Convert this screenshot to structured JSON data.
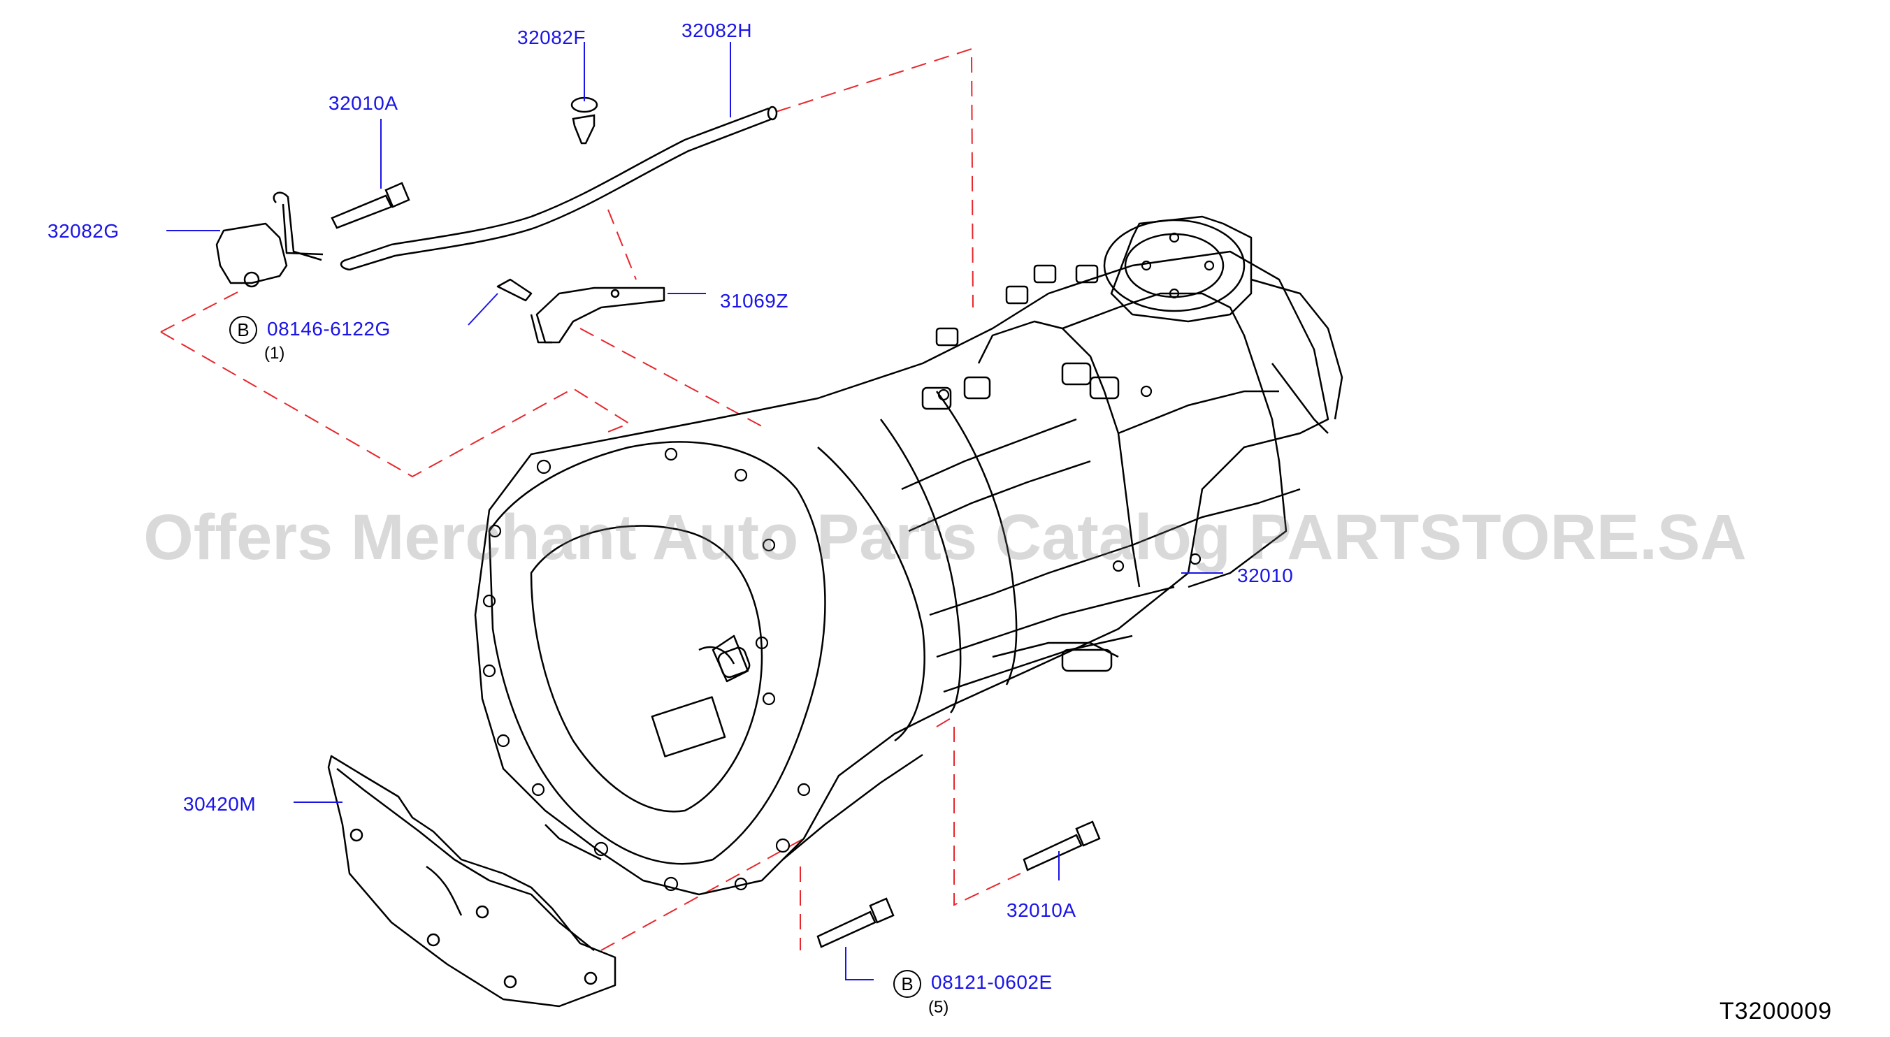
{
  "diagram": {
    "watermark": "Offers Merchant Auto Parts Catalog PARTSTORE.SA",
    "drawing_code": "T3200009",
    "callouts": [
      {
        "id": "c1",
        "part": "32082F"
      },
      {
        "id": "c2",
        "part": "32082H"
      },
      {
        "id": "c3",
        "part": "32010A"
      },
      {
        "id": "c4",
        "part": "32082G"
      },
      {
        "id": "c5",
        "part": "31069Z"
      },
      {
        "id": "c6",
        "part": "08146-6122G",
        "badge": "B",
        "qty": "(1)"
      },
      {
        "id": "c7",
        "part": "32010"
      },
      {
        "id": "c8",
        "part": "30420M"
      },
      {
        "id": "c9",
        "part": "32010A"
      },
      {
        "id": "c10",
        "part": "08121-0602E",
        "badge": "B",
        "qty": "(5)"
      }
    ],
    "colors": {
      "label": "#1a14e6",
      "dash": "#e8262b",
      "line": "#000000"
    }
  }
}
